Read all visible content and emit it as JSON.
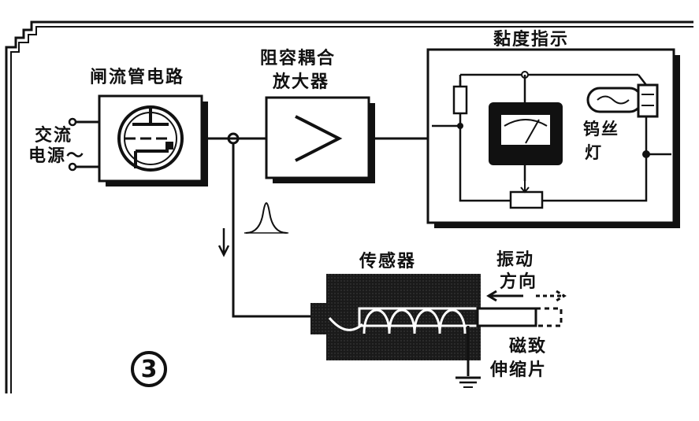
{
  "labels": {
    "ac_source": [
      "交流",
      "电源～"
    ],
    "thyratron_circuit": "闸流管电路",
    "rc_amplifier": [
      "阻容耦合",
      "放大器"
    ],
    "viscosity_indicator": "黏度指示",
    "tungsten_lamp": [
      "钨丝",
      "灯"
    ],
    "sensor": "传感器",
    "vibration_direction": [
      "振动",
      "方向"
    ],
    "magnetostrictive_strip": [
      "磁致",
      "伸缩片"
    ],
    "figure_number": "3"
  }
}
